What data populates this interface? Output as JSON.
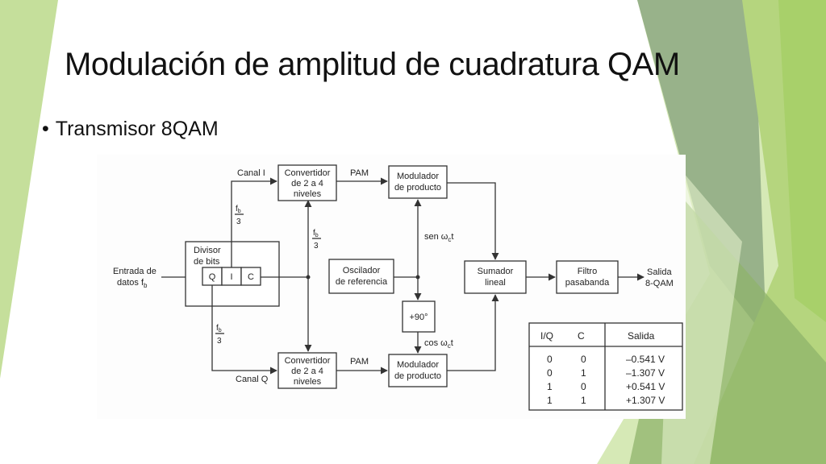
{
  "slide": {
    "title": "Modulación de amplitud de cuadratura QAM",
    "bullet": "Transmisor 8QAM"
  },
  "colors": {
    "green_light": "#c5df9b",
    "green_mid": "#a8d06a",
    "green_dark": "#8fb36b",
    "green_gray": "#98b28a"
  },
  "diagram": {
    "input_label": [
      "Entrada de",
      "datos f"
    ],
    "input_sub": "b",
    "divider": {
      "label": [
        "Divisor",
        "de bits"
      ],
      "cells": [
        "Q",
        "I",
        "C"
      ]
    },
    "canal_i": "Canal I",
    "canal_q": "Canal Q",
    "fraction": {
      "num": "f",
      "sub": "b",
      "den": "3"
    },
    "converter_top": [
      "Convertidor",
      "de 2 a 4",
      "niveles"
    ],
    "converter_bottom": [
      "Convertidor",
      "de 2 a 4",
      "niveles"
    ],
    "pam_top": "PAM",
    "pam_bottom": "PAM",
    "modulator_top": [
      "Modulador",
      "de producto"
    ],
    "modulator_bottom": [
      "Modulador",
      "de producto"
    ],
    "oscillator": [
      "Oscilador",
      "de referencia"
    ],
    "phase_shift": "+90°",
    "sen_label": "sen ω",
    "cos_label": "cos ω",
    "carrier_sub": "c",
    "carrier_t": "t",
    "summer": [
      "Sumador",
      "lineal"
    ],
    "filter": [
      "Filtro",
      "pasabanda"
    ],
    "output": [
      "Salida",
      "8-QAM"
    ]
  },
  "truth_table": {
    "headers": [
      "I/Q",
      "C",
      "Salida"
    ],
    "rows": [
      [
        "0",
        "0",
        "–0.541 V"
      ],
      [
        "0",
        "1",
        "–1.307 V"
      ],
      [
        "1",
        "0",
        "+0.541 V"
      ],
      [
        "1",
        "1",
        "+1.307 V"
      ]
    ]
  }
}
